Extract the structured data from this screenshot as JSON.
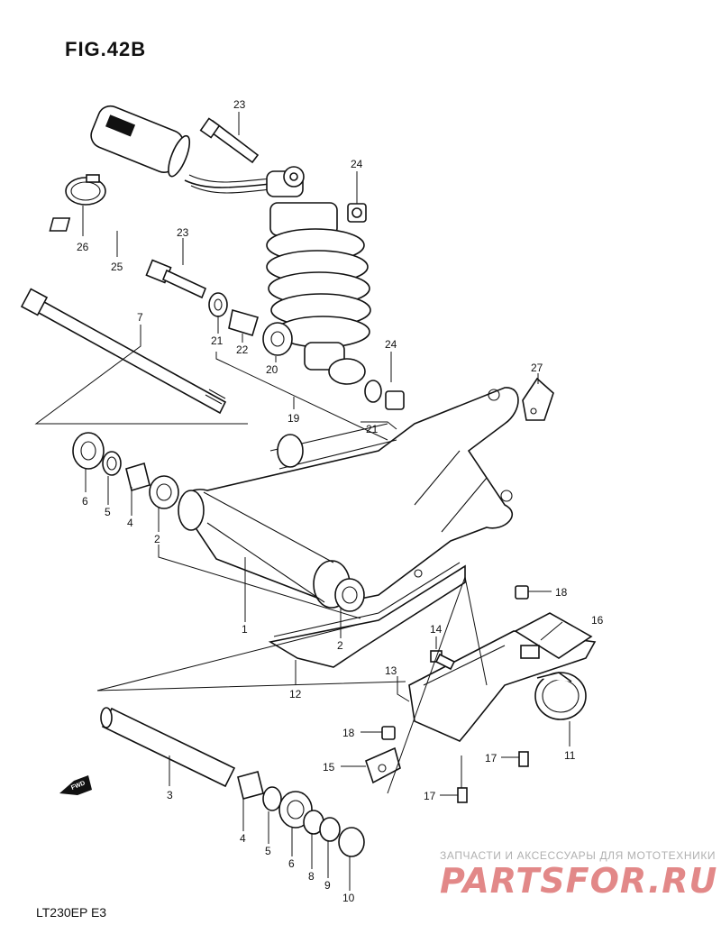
{
  "figure": {
    "title": "FIG.42B",
    "model_code": "LT230EP  E3"
  },
  "watermark": {
    "caption": "ЗАПЧАСТИ И АКСЕССУАРЫ ДЛЯ МОТОТЕХНИКИ",
    "logo": "PARTSFOR.RU"
  },
  "direction_marker": "FWD",
  "callouts": {
    "p1": "1",
    "p2a": "2",
    "p2b": "2",
    "p3": "3",
    "p4a": "4",
    "p4b": "4",
    "p5a": "5",
    "p5b": "5",
    "p6a": "6",
    "p6b": "6",
    "p7": "7",
    "p8": "8",
    "p9": "9",
    "p10": "10",
    "p11": "11",
    "p12": "12",
    "p13": "13",
    "p14": "14",
    "p15": "15",
    "p16": "16",
    "p17a": "17",
    "p17b": "17",
    "p18a": "18",
    "p18b": "18",
    "p19": "19",
    "p20": "20",
    "p21a": "21",
    "p21b": "21",
    "p22": "22",
    "p23a": "23",
    "p23b": "23",
    "p24a": "24",
    "p24b": "24",
    "p25": "25",
    "p26": "26",
    "p27": "27"
  }
}
